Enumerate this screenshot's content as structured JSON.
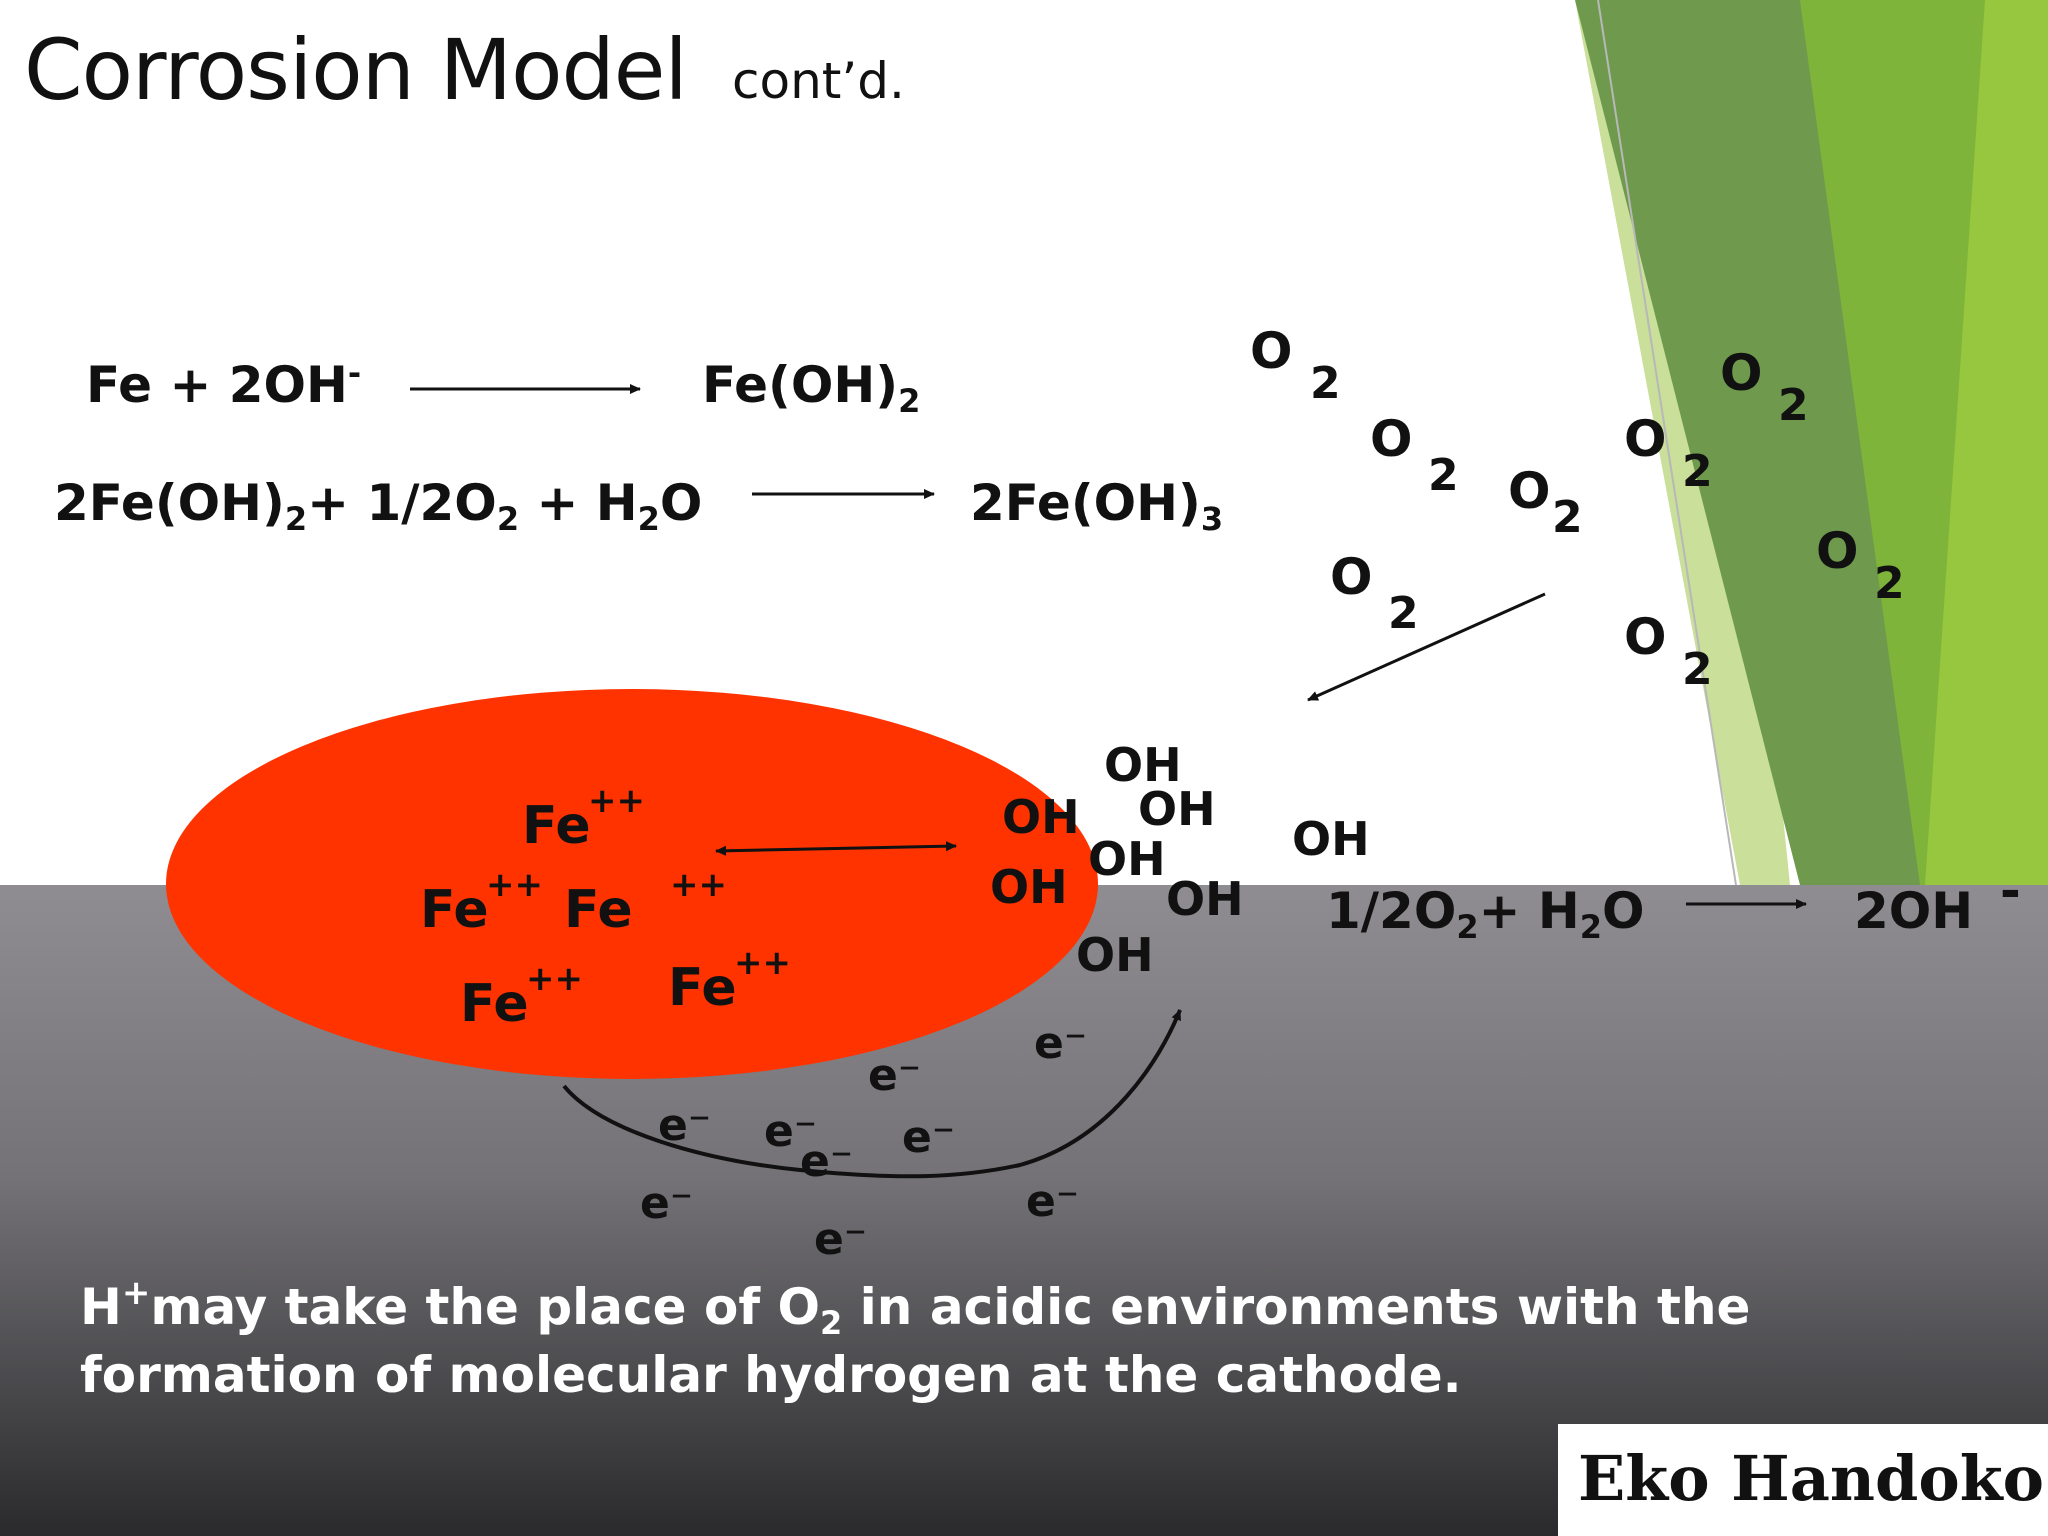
{
  "slide": {
    "title": "Corrosion Model",
    "subtitle": "cont’d."
  },
  "equations": {
    "eq1": {
      "lhs_a": "Fe + 2OH",
      "lhs_sup": "-",
      "rhs_a": "Fe(OH)",
      "rhs_sub": "2"
    },
    "eq2": {
      "lhs_a": "2Fe(OH)",
      "lhs_sub1": "2",
      "lhs_b": "+ 1/2O",
      "lhs_sub2": "2",
      "lhs_c": " + H",
      "lhs_sub3": "2",
      "lhs_d": "O",
      "rhs_a": "2Fe(OH)",
      "rhs_sub": "3"
    },
    "eq3": {
      "lhs_a": "1/2O",
      "lhs_sub": "2",
      "lhs_b": "+ H",
      "lhs_sub2": "2",
      "lhs_c": "O",
      "rhs": "2OH",
      "rhs_sup": "-"
    }
  },
  "oxygen": {
    "symbol": "O",
    "subscript": "2"
  },
  "hydroxide": {
    "label": "OH"
  },
  "iron": {
    "symbol": "Fe",
    "charge": "++"
  },
  "electron": {
    "label": "e⁻"
  },
  "note": {
    "line1_a": "H",
    "line1_sup": "+",
    "line1_b": "may take the place of O",
    "line1_sub": "2",
    "line1_c": " in acidic environments with the",
    "line2": "formation of molecular hydrogen at the cathode."
  },
  "author": "Eko Handoko",
  "colors": {
    "anode": "#ff3300",
    "metal_top": "#8e8c90",
    "metal_bottom": "#2c2c2e",
    "green_dark": "#6f9a4e",
    "green_mid": "#7fb43a",
    "green_light": "#97c63f",
    "green_pale": "#c9df9a"
  }
}
